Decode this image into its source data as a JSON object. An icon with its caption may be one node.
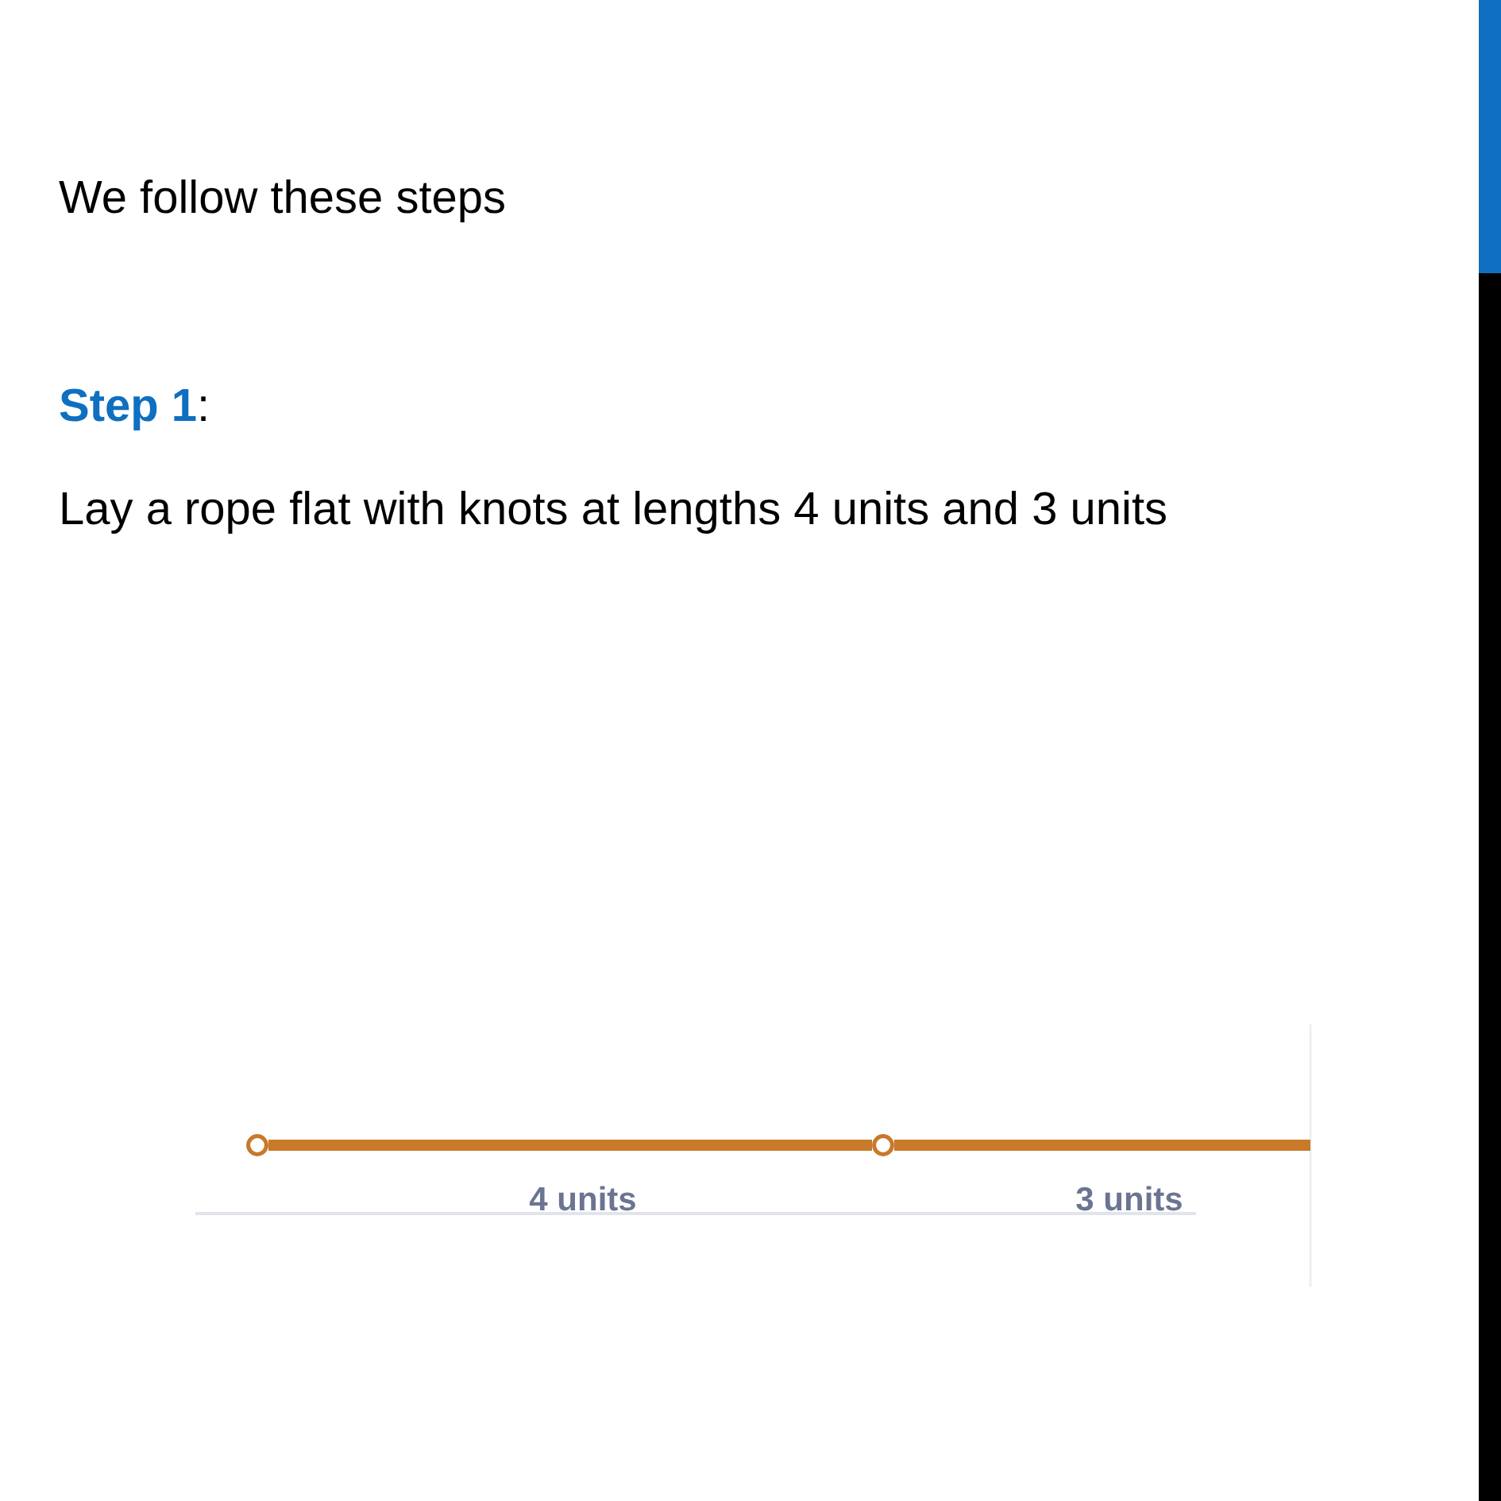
{
  "diagram": {
    "nodes": [
      {
        "text": [],
        "shape": "circle"
      },
      {
        "text": [],
        "shape": "circle"
      }
    ],
    "edges": [
      {
        "from": 0,
        "to": 1,
        "arrow": "none",
        "label": "4 units"
      },
      {
        "from": 1,
        "to": null,
        "arrow": "none",
        "label": "3 units"
      }
    ],
    "labels": [
      "We follow these steps",
      "**Step 1**:",
      "Lay a rope flat with knots at lengths 4 units and 3 units"
    ]
  }
}
